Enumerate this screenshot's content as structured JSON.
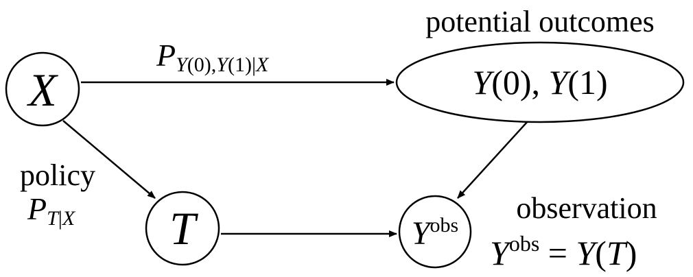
{
  "nodes": {
    "x": {
      "symbol": "X"
    },
    "t": {
      "symbol": "T"
    },
    "potential": {
      "caption": "potential outcomes",
      "y0_symbol": "Y",
      "y0_arg": "(0), ",
      "y1_symbol": "Y",
      "y1_arg": "(1)"
    },
    "yobs": {
      "symbol": "Y",
      "superscript": "obs"
    }
  },
  "edges": {
    "x_to_potential": {
      "label_main": "P",
      "label_sub_1": "Y",
      "label_sub_2": "(0),",
      "label_sub_3": "Y",
      "label_sub_4": "(1)|",
      "label_sub_5": "X"
    },
    "x_to_t": {
      "label_word": "policy",
      "label_main": "P",
      "label_sub_1": "T",
      "label_sub_2": "|",
      "label_sub_3": "X"
    }
  },
  "observation": {
    "caption": "observation",
    "lhs_symbol": "Y",
    "lhs_superscript": "obs",
    "equals": " = ",
    "rhs_symbol": "Y",
    "rhs_open": "(",
    "rhs_arg": "T",
    "rhs_close": ")"
  }
}
